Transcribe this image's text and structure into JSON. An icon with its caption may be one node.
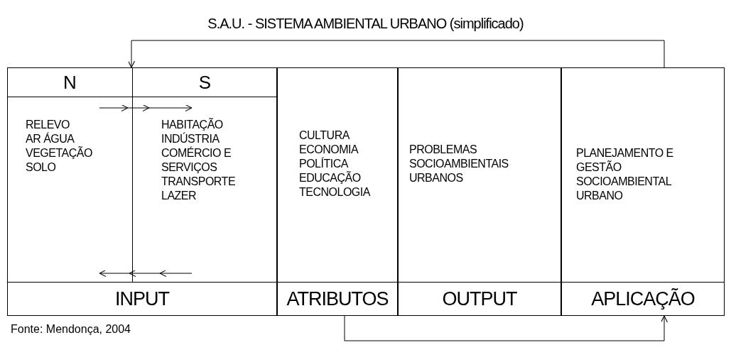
{
  "diagram": {
    "title": "S.A.U. - SISTEMA AMBIENTAL URBANO (simplificado)",
    "caption": "Fonte: Mendonça, 2004",
    "nodes": [
      {
        "text": [
          "INPUT"
        ]
      },
      {
        "text": [
          "N",
          "RELEVO AR ÁGUA VEGETAÇÃO SOLO"
        ],
        "in": 0
      },
      {
        "text": [
          "S",
          "HABITAÇÃO INDÚSTRIA COMÉRCIO E SERVIÇOS TRANSPORTE LAZER"
        ],
        "in": 0
      },
      {
        "text": [
          "CULTURA ECONOMIA POLÍTICA EDUCAÇÃO TECNOLOGIA",
          "ATRIBUTOS"
        ]
      },
      {
        "text": [
          "PROBLEMAS SOCIOAMBIENTAIS URBANOS",
          "OUTPUT"
        ]
      },
      {
        "text": [
          "PLANEJAMENTO E GESTÃO SOCIOAMBIENTAL URBANO",
          "APLICAÇÃO"
        ]
      }
    ],
    "edges": [
      {
        "from": 1,
        "to": 2,
        "arrow": "to"
      },
      {
        "from": 2,
        "to": 1,
        "arrow": "to"
      },
      {
        "from": 5,
        "to": 0,
        "arrow": "to"
      },
      {
        "from": 3,
        "to": 5,
        "arrow": "to"
      }
    ]
  }
}
